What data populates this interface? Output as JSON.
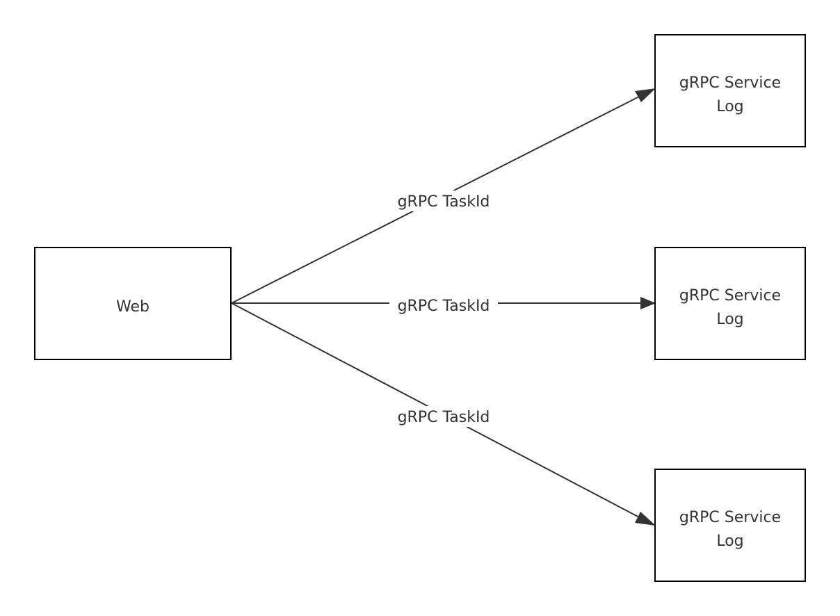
{
  "nodes": {
    "web": {
      "label": "Web"
    },
    "service_top": {
      "lines": [
        "gRPC Service",
        "Log"
      ]
    },
    "service_middle": {
      "lines": [
        "gRPC Service",
        "Log"
      ]
    },
    "service_bottom": {
      "lines": [
        "gRPC Service",
        "Log"
      ]
    }
  },
  "edges": {
    "to_top": {
      "label": "gRPC TaskId"
    },
    "to_middle": {
      "label": "gRPC TaskId"
    },
    "to_bottom": {
      "label": "gRPC TaskId"
    }
  },
  "colors": {
    "stroke": "#000000",
    "line": "#333333",
    "text": "#333333",
    "background": "#ffffff"
  }
}
